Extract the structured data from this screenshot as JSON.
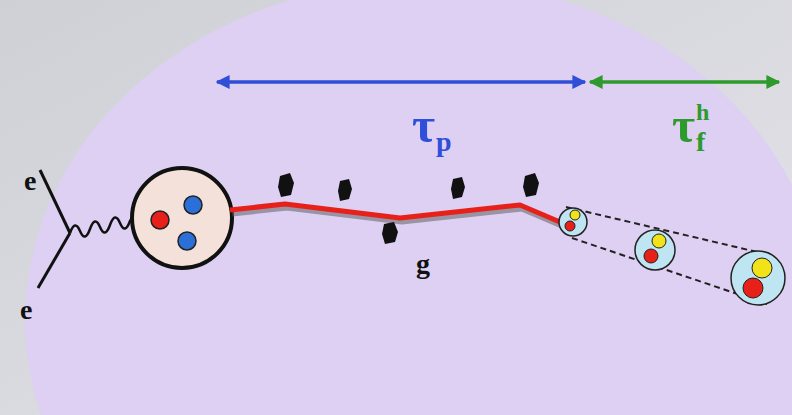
{
  "diagram": {
    "labels": [
      "e",
      "e",
      "g",
      "τ",
      "p",
      "τ",
      "f",
      "h"
    ]
  }
}
